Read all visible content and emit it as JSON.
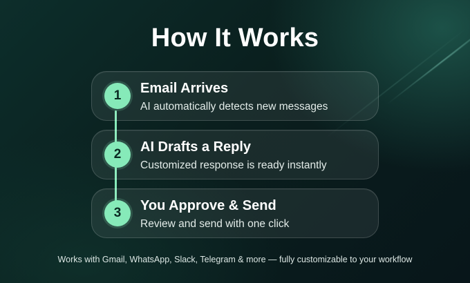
{
  "title": "How It Works",
  "steps": [
    {
      "number": "1",
      "title": "Email Arrives",
      "description": "AI automatically detects new messages"
    },
    {
      "number": "2",
      "title": "AI Drafts a Reply",
      "description": "Customized response is ready instantly"
    },
    {
      "number": "3",
      "title": "You Approve & Send",
      "description": "Review and send with one click"
    }
  ],
  "footer": "Works with Gmail, WhatsApp, Slack, Telegram & more — fully customizable to your workflow",
  "colors": {
    "accent": "#86eab9",
    "background": "#0a1f1e",
    "text": "#ffffff"
  }
}
